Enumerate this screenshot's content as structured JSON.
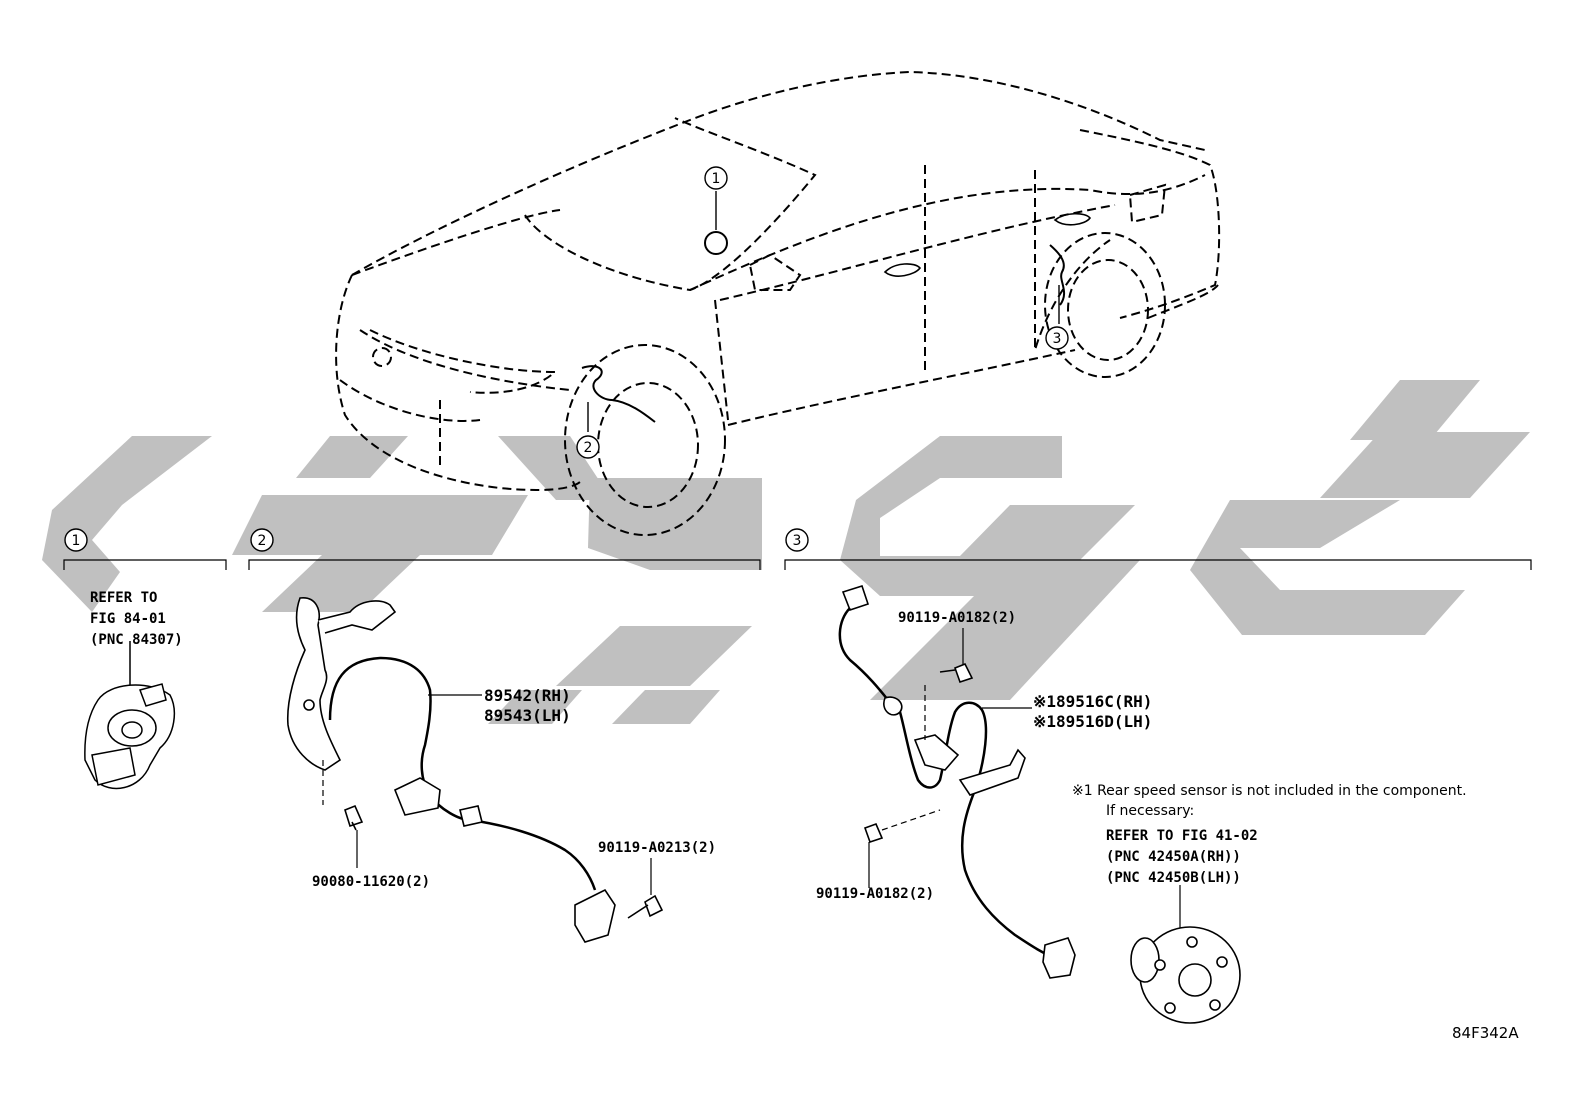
{
  "callouts": [
    "1",
    "2",
    "3"
  ],
  "section1": {
    "refer_lines": [
      "REFER TO",
      "FIG 84-01",
      "(PNC 84307)"
    ]
  },
  "section2": {
    "sensor_parts": [
      "89542(RH)",
      "89543(LH)"
    ],
    "bolt_upper": "90119-A0213(2)",
    "bolt_lower": "90080-11620(2)"
  },
  "section3": {
    "bolt_upper": "90119-A0182(2)",
    "bolt_lower": "90119-A0182(2)",
    "sensor_parts": [
      "※189516C(RH)",
      "※189516D(LH)"
    ],
    "note_lines": [
      "※1 Rear speed sensor is not included in the component.",
      "If necessary:"
    ],
    "refer_lines": [
      "REFER TO FIG 41-02",
      "(PNC 42450A(RH))",
      "(PNC 42450B(LH))"
    ]
  },
  "figure_code": "84F342A",
  "colors": {
    "line": "#000000",
    "watermark": "#c0c0c0",
    "background": "#ffffff"
  }
}
